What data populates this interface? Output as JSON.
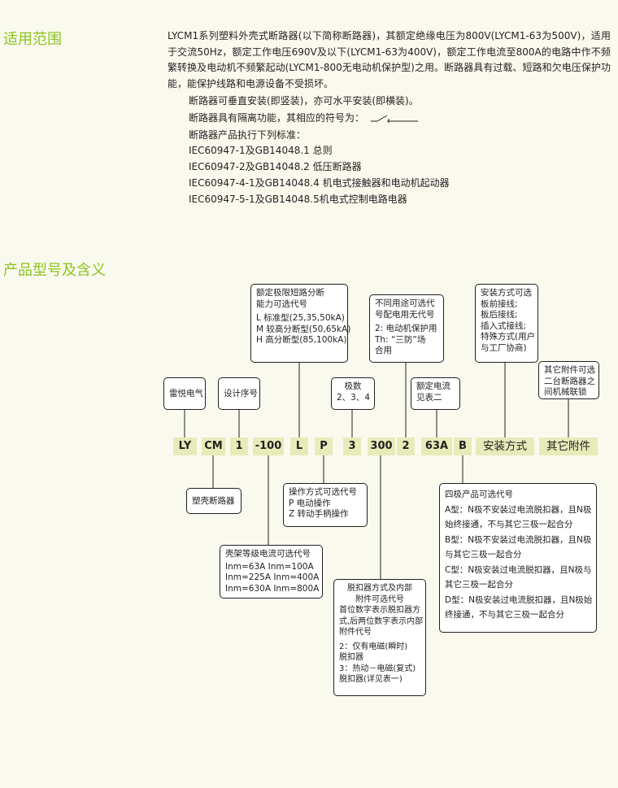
{
  "sections": {
    "scope_title": "适用范围",
    "model_title": "产品型号及含义"
  },
  "scope": {
    "intro": "LYCM1系列塑料外壳式断路器(以下简称断路器)，其额定绝缘电压为800V(LYCM1-63为500V)，适用于交流50Hz，额定工作电压690V及以下(LYCM1-63为400V)，额定工作电流至800A的电路中作不频繁转换及电动机不频繁起动(LYCM1-800无电动机保护型)之用。断路器具有过载、短路和欠电压保护功能，能保护线路和电源设备不受损坏。",
    "lines": [
      "断路器可垂直安装(即竖装)，亦可水平安装(即横装)。",
      "断路器具有隔离功能，其相应的符号为：",
      "断路器产品执行下列标准：",
      "IEC60947-1及GB14048.1 总则",
      "IEC60947-2及GB14048.2 低压断路器",
      "IEC60947-4-1及GB14048.4 机电式接触器和电动机起动器",
      "IEC60947-5-1及GB14048.5机电式控制电路电器"
    ]
  },
  "model": {
    "segments": [
      "LY",
      "CM",
      "1",
      "-100",
      "L",
      "P",
      "3",
      "300",
      "2",
      "63A",
      "B",
      "安装方式",
      "其它附件"
    ],
    "boxes": {
      "brand": [
        "雷悦电气"
      ],
      "design_no": [
        "设计序号"
      ],
      "breaking": [
        "额定极限短路分断",
        "能力可选代号",
        "L 标准型(25,35,50kA)",
        "M 较高分断型(50,65kA)",
        "H 高分断型(85,100kA)"
      ],
      "poles": [
        "极数",
        "2、3、4"
      ],
      "use": [
        "不同用途可选代",
        "号配电用无代号",
        "2: 电动机保护用",
        "Th: “三防”场",
        "合用"
      ],
      "rated_current": [
        "额定电流",
        "见表二"
      ],
      "mounting": [
        "安装方式可选",
        "板前接线;",
        "板后接线;",
        "插入式接线;",
        "特殊方式(用户",
        "与工厂协商)"
      ],
      "accessories": [
        "其它附件可选",
        "二台断路器之",
        "间机械联锁"
      ],
      "molded_case": [
        "塑壳断路器"
      ],
      "operation": [
        "操作方式可选代号",
        "P 电动操作",
        "Z 转动手柄操作"
      ],
      "frame": [
        "壳架等级电流可选代号",
        "Inm=63A  Inm=100A",
        "Inm=225A  Inm=400A",
        "Inm=630A  Inm=800A"
      ],
      "release": [
        "脱扣器方式及内部",
        "附件可选代号",
        "首位数字表示脱扣器方",
        "式,后两位数字表示内部",
        "附件代号",
        "2：仅有电磁(瞬时)",
        "脱扣器",
        "3：热动－电磁(复式)",
        "脱扣器(详见表一)"
      ],
      "four_pole": [
        "四极产品可选代号",
        "A型：N极不安装过电流脱扣器，且N极",
        "始终接通，不与其它三极一起合分",
        "B型：N极不安装过电流脱扣器，且N极",
        "与其它三极一起合分",
        "C型：N极安装过电流脱扣器，且N极与",
        "其它三极一起合分",
        "D型：N极安装过电流脱扣器，且N极始",
        "终接通，不与其它三极一起合分"
      ]
    }
  }
}
